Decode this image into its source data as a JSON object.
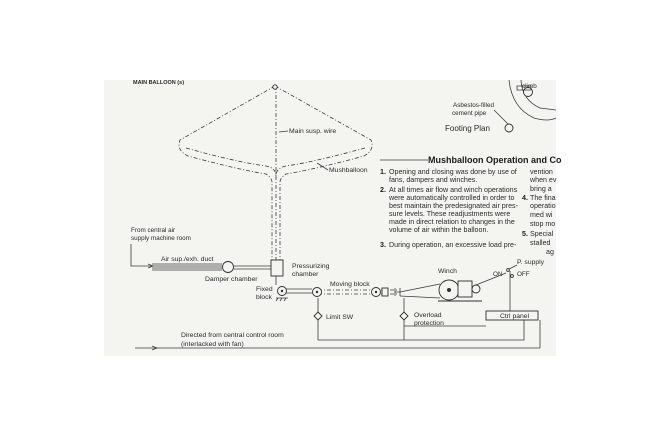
{
  "diagram_labels": {
    "main_susp_wire": "Main susp. wire",
    "mushballoon": "Mushballoon",
    "from_central_air_line1": "From central air",
    "from_central_air_line2": "supply machine room",
    "air_sup_exh_duct": "Air sup./exh. duct",
    "damper_chamber": "Damper chamber",
    "pressurizing_line1": "Pressurizing",
    "pressurizing_line2": "chamber",
    "fixed_block_line1": "Fixed",
    "fixed_block_line2": "block",
    "moving_block": "Moving block",
    "winch": "Winch",
    "p_supply": "P. supply",
    "on": "ON",
    "off": "OFF",
    "limit_sw": "Limit SW",
    "overload_line1": "Overload",
    "overload_line2": "protection",
    "ctrl_panel": "Ctrl panel",
    "directed_line1": "Directed from central control room",
    "directed_line2": "(interlacked with fan)"
  },
  "inset": {
    "asbestos_line1": "Asbestos-filled",
    "asbestos_line2": "cement pipe",
    "footing_plan": "Footing Plan",
    "climb": "climb"
  },
  "article": {
    "heading": "Mushballoon Operation and Co",
    "items": [
      {
        "num": "1.",
        "lines": [
          "Opening and closing was done by use of",
          "fans, dampers and winches."
        ]
      },
      {
        "num": "2.",
        "lines": [
          "At all times air flow and winch operations",
          "were automatically controlled in order to",
          "best maintain the predesignated air pres-",
          "sure levels.  These readjustments were",
          "made in direct relation to changes in the",
          "volume of air within the balloon."
        ]
      },
      {
        "num": "3.",
        "lines": [
          "During operation, an excessive load pre-"
        ]
      }
    ],
    "right_column": [
      {
        "num": "",
        "text": "vention"
      },
      {
        "num": "",
        "text": "when ev"
      },
      {
        "num": "",
        "text": "bring a"
      },
      {
        "num": "4.",
        "text": "The fina"
      },
      {
        "num": "",
        "text": "operatio"
      },
      {
        "num": "",
        "text": "med wi"
      },
      {
        "num": "",
        "text": "stop mo"
      },
      {
        "num": "5.",
        "text": "Special"
      },
      {
        "num": "",
        "text": "stalled"
      },
      {
        "num": "",
        "text": "ag"
      }
    ]
  },
  "top_cut_text": "MAIN BALLOON (s)"
}
